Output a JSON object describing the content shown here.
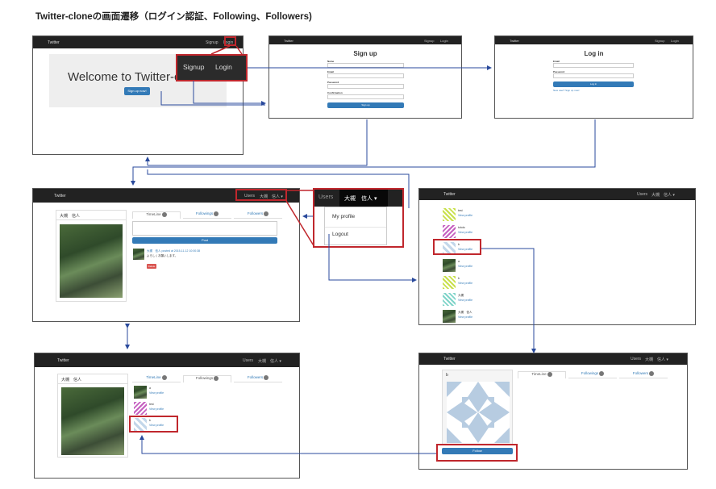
{
  "title": "Twitter-cloneの画面遷移（ログイン認証、Following、Followers)",
  "brand": "Twitter",
  "nav": {
    "signup": "Signup",
    "login": "Login",
    "users": "Users",
    "user_name": "大槻　信人 ▾"
  },
  "welcome": {
    "heading": "Welcome to Twitter-clone!",
    "signup_now": "Sign up now!"
  },
  "signup_page": {
    "heading": "Sign up",
    "fields": [
      "Name",
      "Email",
      "Password",
      "Confirmation"
    ],
    "submit": "Sign up"
  },
  "login_page": {
    "heading": "Log in",
    "fields": [
      "Email",
      "Password"
    ],
    "submit": "Log in",
    "new_user": "New user? Sign up now!"
  },
  "dropdown": {
    "users": "Users",
    "user": "大槻　信人 ▾",
    "my_profile": "My profile",
    "logout": "Logout"
  },
  "profile": {
    "name": "大槻　信人",
    "tabs": {
      "timeline": "TimeLine",
      "followings": "Followings",
      "followers": "Followers"
    },
    "post_button": "Post",
    "tweet_meta": "大槻　信人 posted at 2015-11-12 10:00:38",
    "tweet_text": "よろしくお願いします。",
    "delete": "Delete"
  },
  "users_list": [
    {
      "name": "test",
      "link": "View profile"
    },
    {
      "name": "tototo",
      "link": "View profile"
    },
    {
      "name": "b",
      "link": "View profile"
    },
    {
      "name": "a",
      "link": "View profile"
    },
    {
      "name": "b",
      "link": "View profile"
    },
    {
      "name": "大槻",
      "link": "View profile"
    },
    {
      "name": "大槻　信人",
      "link": "View profile"
    }
  ],
  "followings_list": [
    {
      "name": "a",
      "link": "View profile"
    },
    {
      "name": "test",
      "link": "View profile"
    },
    {
      "name": "b",
      "link": "View profile"
    }
  ],
  "other_profile": {
    "name": "b",
    "follow_button": "Follow"
  },
  "colors": {
    "arrow": "#2a4a9c",
    "highlight": "#c0272d",
    "navbar": "#222222",
    "primary": "#337ab7"
  }
}
